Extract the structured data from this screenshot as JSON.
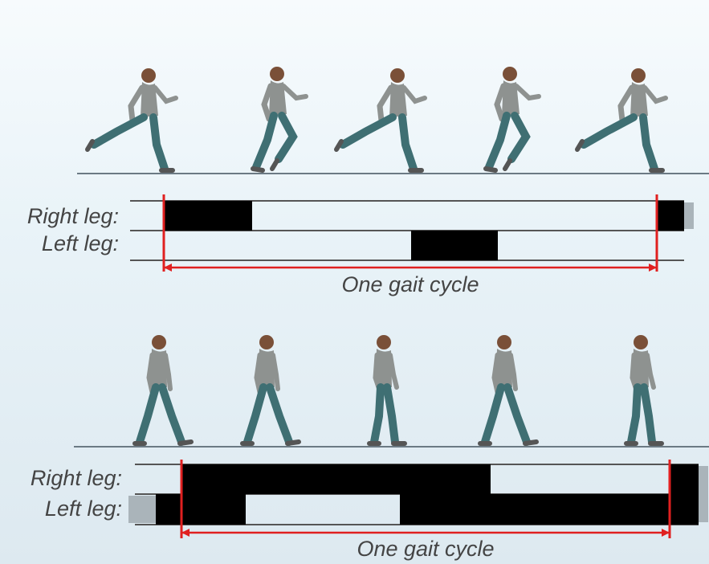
{
  "running": {
    "right_leg_label": "Right leg:",
    "left_leg_label": "Left leg:",
    "cycle_label": "One gait cycle"
  },
  "walking": {
    "right_leg_label": "Right leg:",
    "left_leg_label": "Left leg:",
    "cycle_label": "One gait cycle"
  },
  "colors": {
    "stance": "#000000",
    "cycle_marker": "#e02020",
    "ground": "#6b7a84",
    "shirt": "#8a8e8c",
    "pants": "#3f6f73",
    "skin": "#8a5a40"
  }
}
